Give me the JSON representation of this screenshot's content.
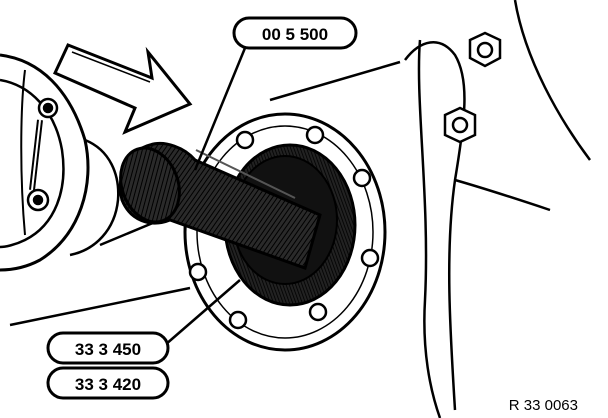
{
  "callouts": {
    "top": "00 5 500",
    "lower_a": "33 3 450",
    "lower_b": "33 3 420"
  },
  "figure_ref": "R 33 0063",
  "palette": {
    "ink": "#000000",
    "paper": "#ffffff",
    "dark_fill": "#1a1a1a",
    "hatch": "#3a3a3a"
  },
  "icons": {
    "arrow": "direction-arrow-icon"
  }
}
